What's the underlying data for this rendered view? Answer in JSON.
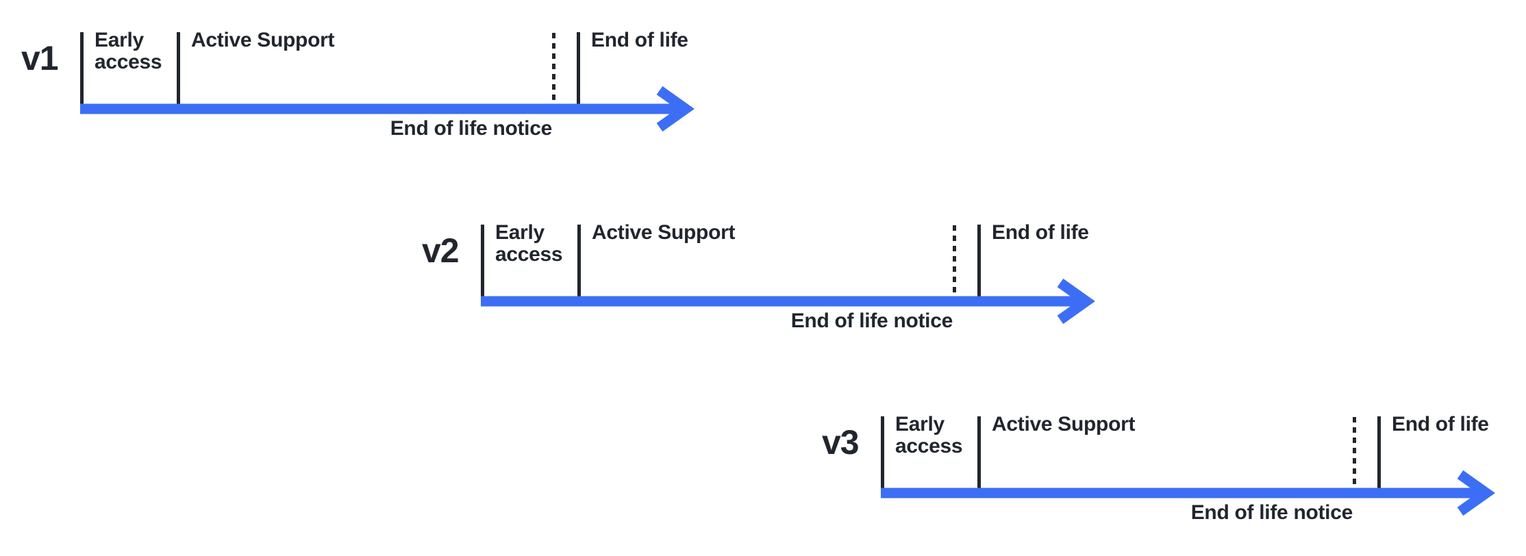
{
  "colors": {
    "arrow_blue": "#3c6ef5",
    "ink": "#21262e"
  },
  "rows": [
    {
      "version": "v1",
      "early_access_lines": [
        "Early",
        "access"
      ],
      "active_support": "Active Support",
      "end_of_life": "End of life",
      "end_of_life_notice": "End of life notice"
    },
    {
      "version": "v2",
      "early_access_lines": [
        "Early",
        "access"
      ],
      "active_support": "Active Support",
      "end_of_life": "End of life",
      "end_of_life_notice": "End of life notice"
    },
    {
      "version": "v3",
      "early_access_lines": [
        "Early",
        "access"
      ],
      "active_support": "Active Support",
      "end_of_life": "End of life",
      "end_of_life_notice": "End of life notice"
    }
  ]
}
